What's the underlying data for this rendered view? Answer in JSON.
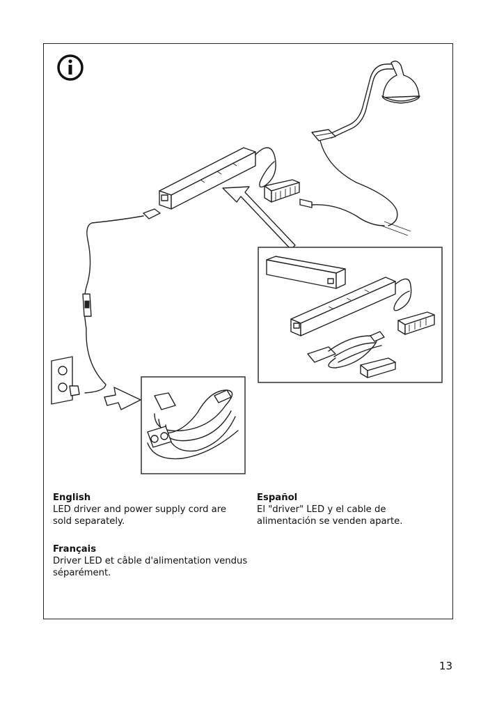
{
  "info_icon": "info-circle-icon",
  "sections": {
    "english": {
      "language": "English",
      "text": "LED driver and power supply cord are sold separately."
    },
    "francais": {
      "language": "Français",
      "text": "Driver LED et câble d'alimentation vendus séparément."
    },
    "espanol": {
      "language": "Español",
      "text": "El \"driver\" LED y el cable de alimentación se venden aparte."
    }
  },
  "page_number": "13"
}
